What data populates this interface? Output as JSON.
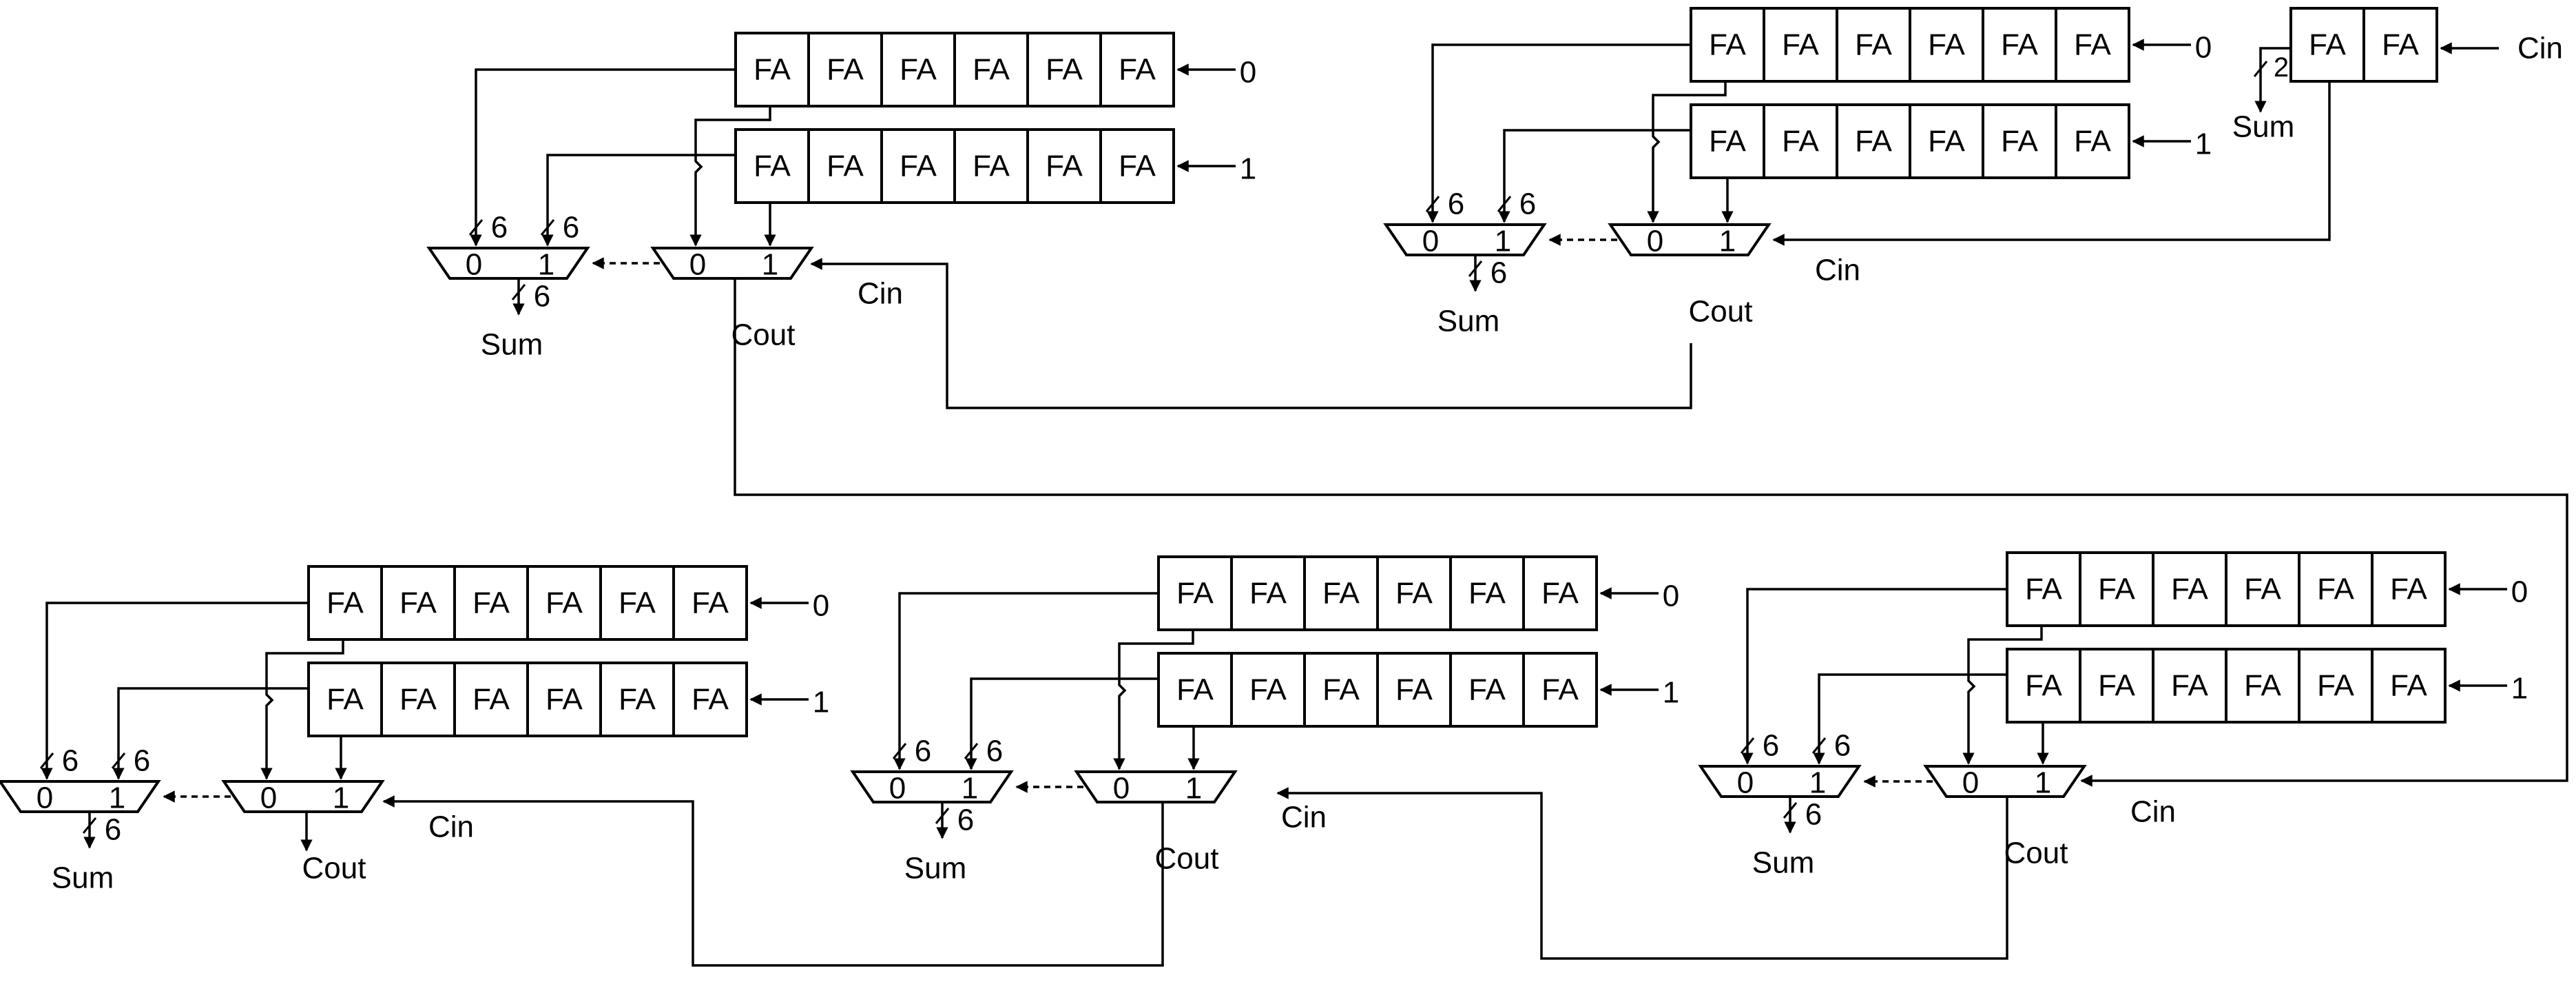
{
  "colors": {
    "ink": "#000000",
    "background": "#ffffff"
  },
  "blocks": [
    {
      "id": "block-1",
      "row0": {
        "cells": [
          "FA",
          "FA",
          "FA",
          "FA",
          "FA",
          "FA"
        ],
        "input": "0"
      },
      "row1": {
        "cells": [
          "FA",
          "FA",
          "FA",
          "FA",
          "FA",
          "FA"
        ],
        "input": "1"
      },
      "sum_mux": {
        "in0": "0",
        "in1": "1",
        "width_a": "6",
        "width_b": "6",
        "out_width": "6",
        "out_label": "Sum"
      },
      "carry_mux": {
        "in0": "0",
        "in1": "1",
        "sel_label": "Cin",
        "out_label": "Cout"
      }
    },
    {
      "id": "block-2",
      "row0": {
        "cells": [
          "FA",
          "FA",
          "FA",
          "FA",
          "FA",
          "FA"
        ],
        "input": "0"
      },
      "row1": {
        "cells": [
          "FA",
          "FA",
          "FA",
          "FA",
          "FA",
          "FA"
        ],
        "input": "1"
      },
      "sum_mux": {
        "in0": "0",
        "in1": "1",
        "width_a": "6",
        "width_b": "6",
        "out_width": "6",
        "out_label": "Sum"
      },
      "carry_mux": {
        "in0": "0",
        "in1": "1",
        "sel_label": "Cin",
        "out_label": "Cout"
      }
    },
    {
      "id": "block-3",
      "row0": {
        "cells": [
          "FA",
          "FA",
          "FA",
          "FA",
          "FA",
          "FA"
        ],
        "input": "0"
      },
      "row1": {
        "cells": [
          "FA",
          "FA",
          "FA",
          "FA",
          "FA",
          "FA"
        ],
        "input": "1"
      },
      "sum_mux": {
        "in0": "0",
        "in1": "1",
        "width_a": "6",
        "width_b": "6",
        "out_width": "6",
        "out_label": "Sum"
      },
      "carry_mux": {
        "in0": "0",
        "in1": "1",
        "sel_label": "Cin",
        "out_label": "Cout"
      }
    },
    {
      "id": "block-4",
      "row0": {
        "cells": [
          "FA",
          "FA",
          "FA",
          "FA",
          "FA",
          "FA"
        ],
        "input": "0"
      },
      "row1": {
        "cells": [
          "FA",
          "FA",
          "FA",
          "FA",
          "FA",
          "FA"
        ],
        "input": "1"
      },
      "sum_mux": {
        "in0": "0",
        "in1": "1",
        "width_a": "6",
        "width_b": "6",
        "out_width": "6",
        "out_label": "Sum"
      },
      "carry_mux": {
        "in0": "0",
        "in1": "1",
        "sel_label": "Cin",
        "out_label": "Cout"
      }
    },
    {
      "id": "block-5",
      "row0": {
        "cells": [
          "FA",
          "FA",
          "FA",
          "FA",
          "FA",
          "FA"
        ],
        "input": "0"
      },
      "row1": {
        "cells": [
          "FA",
          "FA",
          "FA",
          "FA",
          "FA",
          "FA"
        ],
        "input": "1"
      },
      "sum_mux": {
        "in0": "0",
        "in1": "1",
        "width_a": "6",
        "width_b": "6",
        "out_width": "6",
        "out_label": "Sum"
      },
      "carry_mux": {
        "in0": "0",
        "in1": "1",
        "sel_label": "Cin",
        "out_label": "Cout"
      }
    }
  ],
  "first_stage": {
    "cells": [
      "FA",
      "FA"
    ],
    "input": "Cin",
    "out_width": "2",
    "out_label": "Sum"
  }
}
